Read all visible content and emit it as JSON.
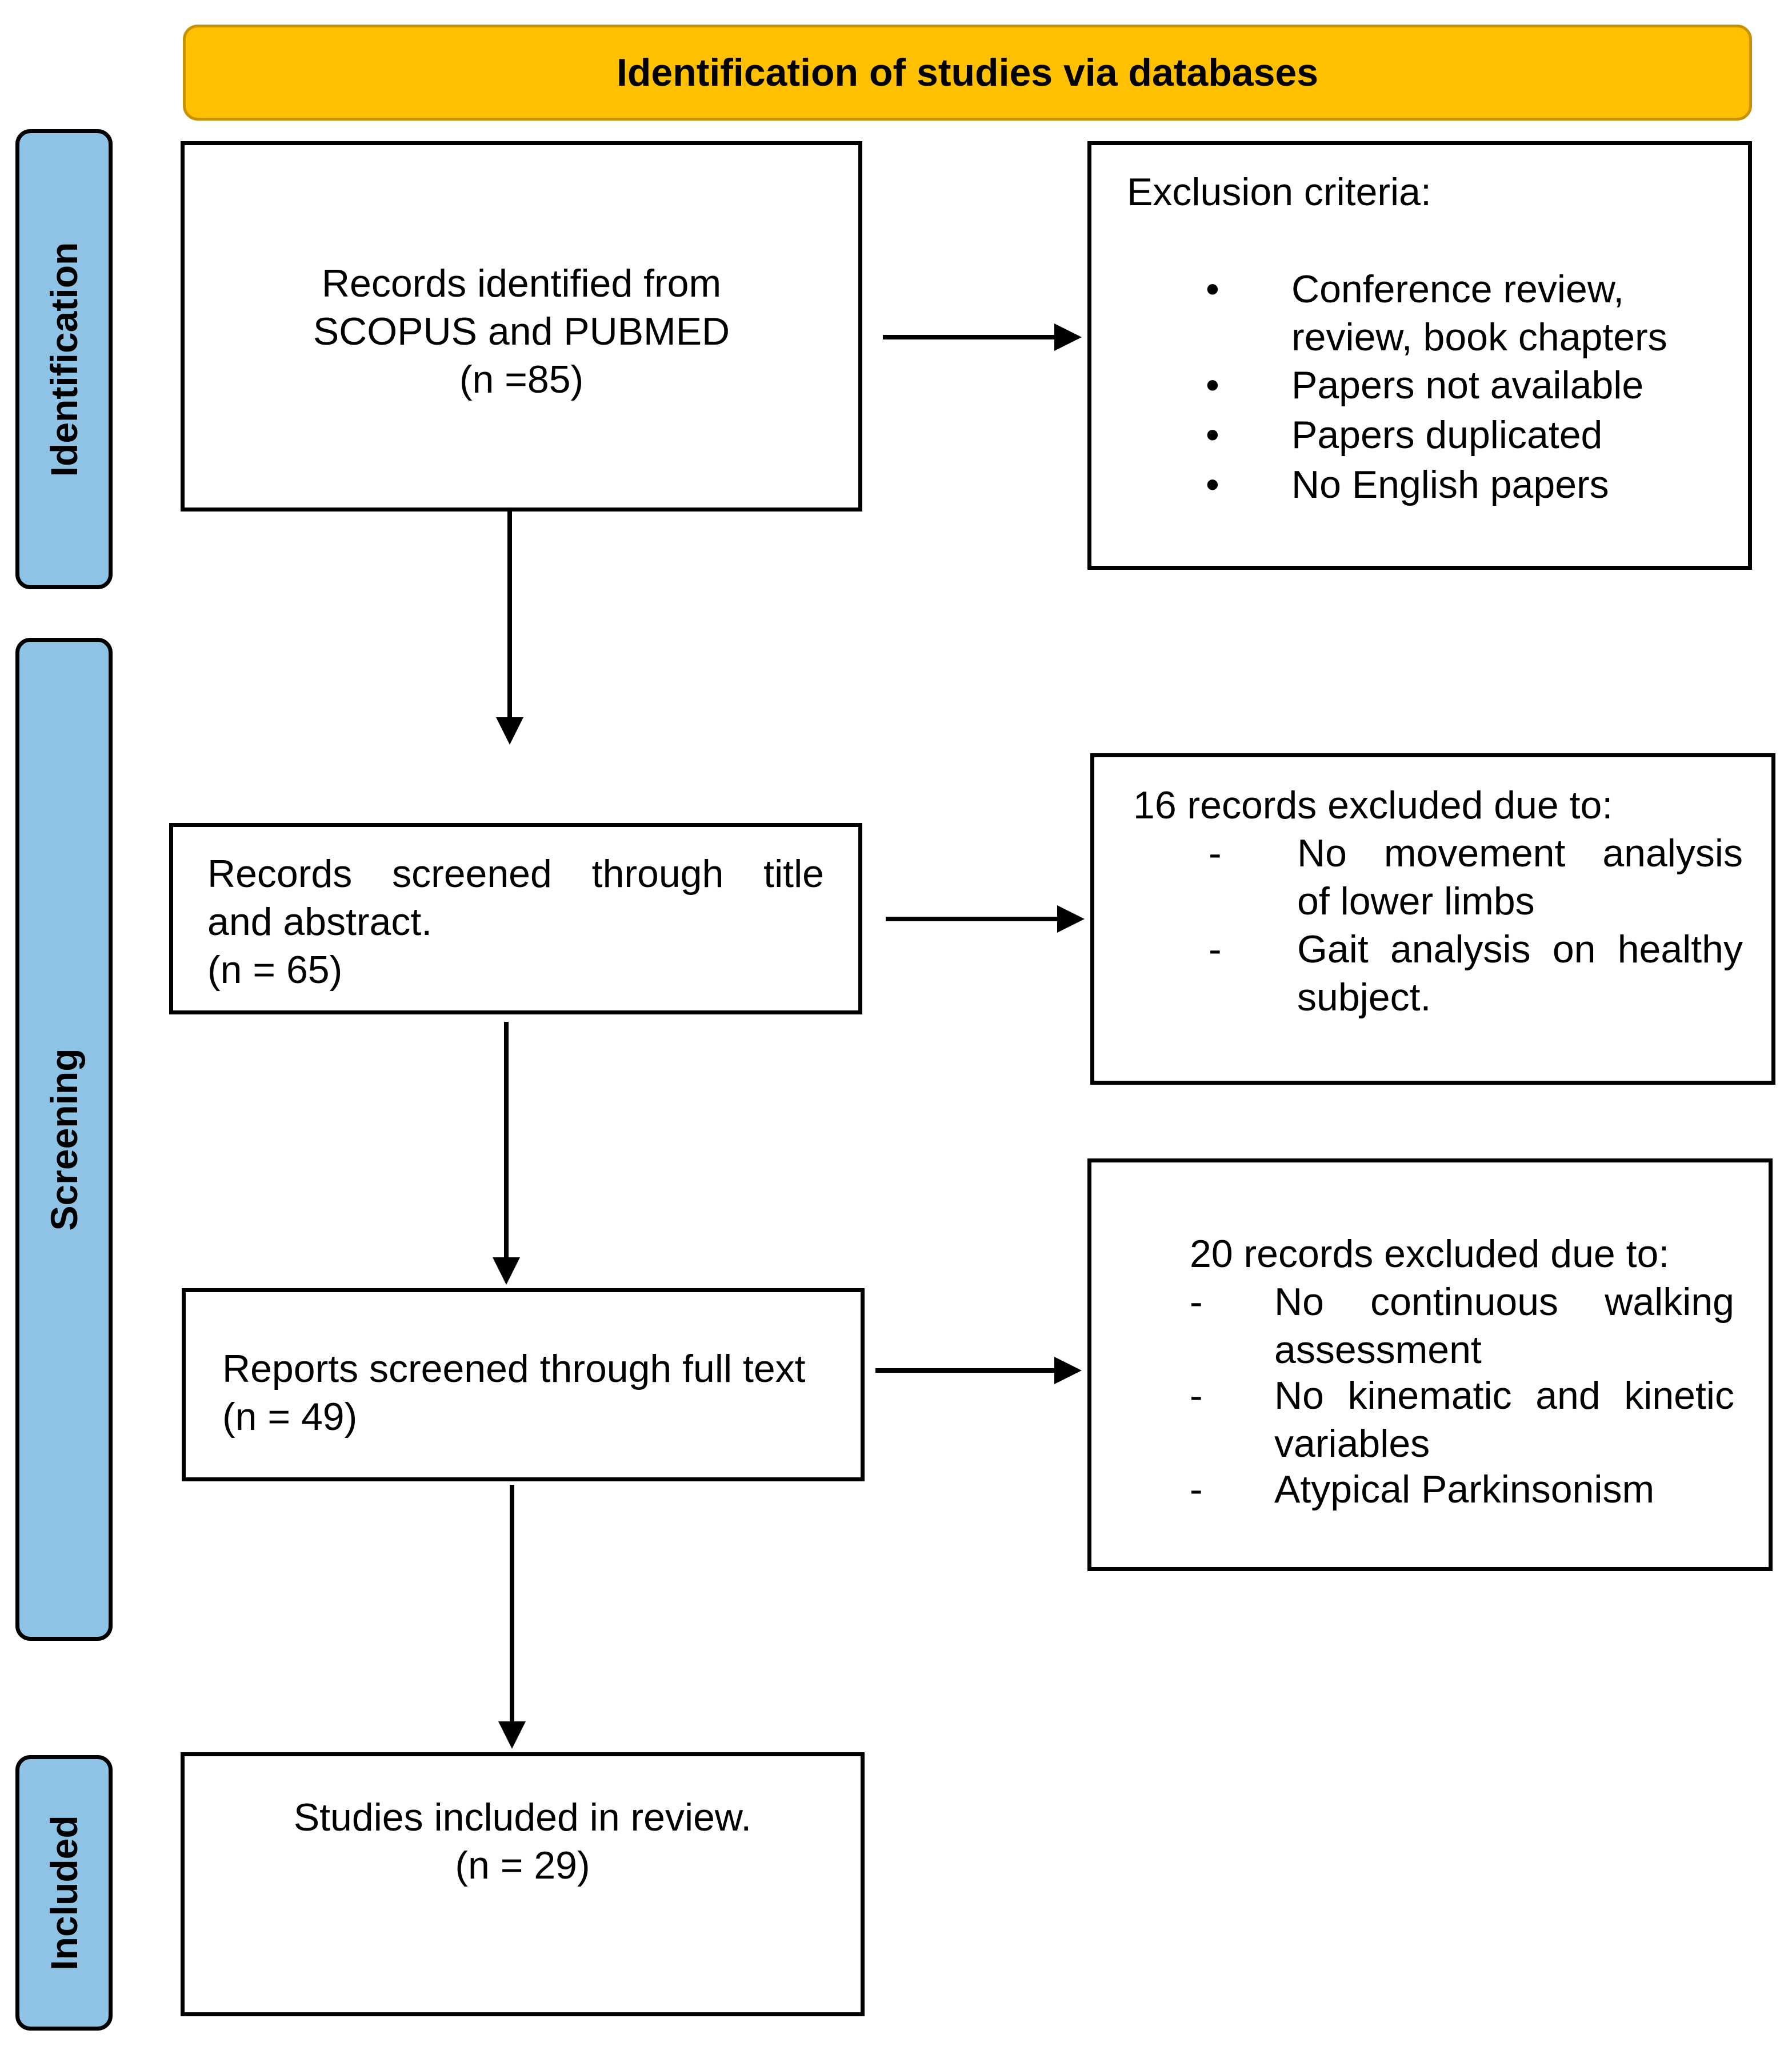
{
  "colors": {
    "banner_fill": "#FFC000",
    "phase_fill": "#8EC3E6",
    "border": "#000000",
    "background": "#FFFFFF"
  },
  "banner": {
    "title": "Identification of studies via databases"
  },
  "phases": {
    "identification": "Identification",
    "screening": "Screening",
    "included": "Included"
  },
  "identification_box": {
    "line1": "Records identified from",
    "line2": "SCOPUS and PUBMED",
    "line3": "(n =85)"
  },
  "exclusion_box": {
    "title": "Exclusion criteria:",
    "items": [
      {
        "line1": "Conference review,",
        "line2": "review, book chapters"
      },
      {
        "line1": "Papers not available"
      },
      {
        "line1": "Papers duplicated"
      },
      {
        "line1": "No English papers"
      }
    ]
  },
  "screen_title_box": {
    "line1": "Records screened through title",
    "line2": "and abstract.",
    "line3": "(n = 65)"
  },
  "excluded_16_box": {
    "title": "16 records excluded due to:",
    "items": [
      {
        "line1": "No movement analysis",
        "line2": "of lower limbs"
      },
      {
        "line1": "Gait analysis on healthy",
        "line2": "subject."
      }
    ]
  },
  "fulltext_box": {
    "line1": "Reports screened through full text",
    "line2": "(n = 49)"
  },
  "excluded_20_box": {
    "title": "20 records excluded due to:",
    "items": [
      {
        "line1": "No continuous walking",
        "line2": "assessment"
      },
      {
        "line1": "No kinematic and kinetic",
        "line2": "variables"
      },
      {
        "line1": "Atypical Parkinsonism"
      }
    ]
  },
  "included_box": {
    "line1": "Studies included in review.",
    "line2": "(n = 29)"
  }
}
